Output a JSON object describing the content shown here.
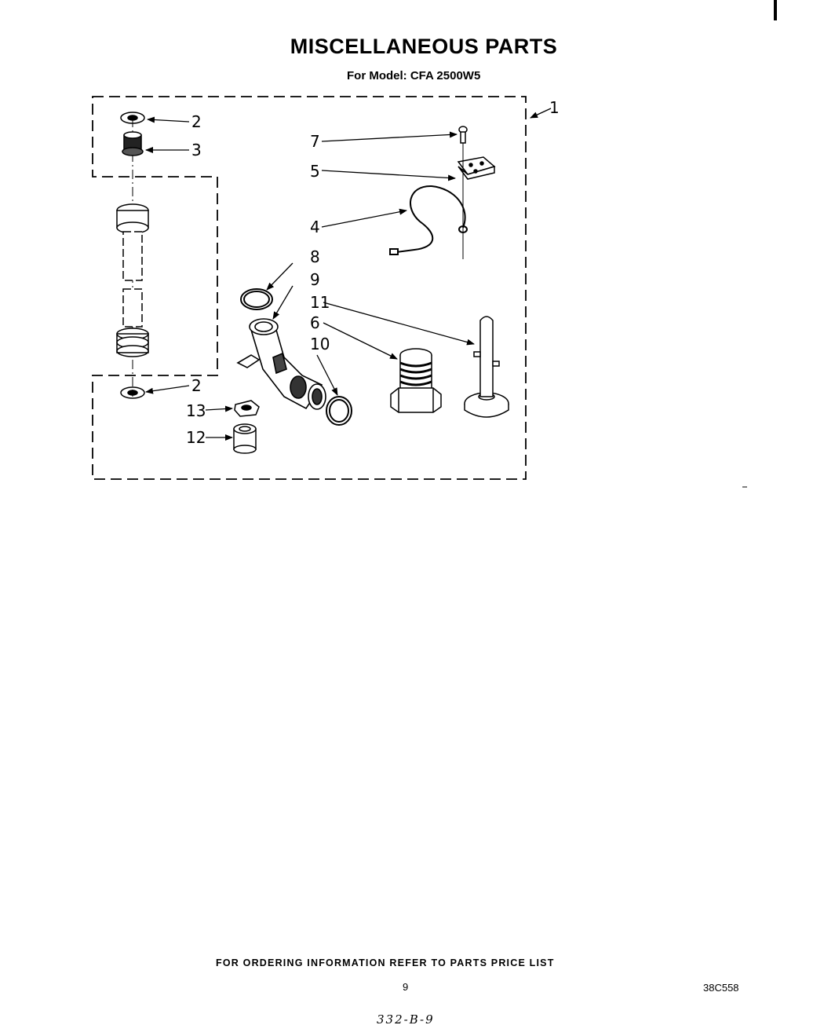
{
  "page": {
    "title": "MISCELLANEOUS PARTS",
    "subtitle": "For Model: CFA 2500W5",
    "footer": "FOR ORDERING INFORMATION REFER TO PARTS PRICE LIST",
    "page_number": "9",
    "document_code": "38C558",
    "handwritten_note": "332-B-9"
  },
  "callouts": [
    {
      "id": "c1",
      "label": "1"
    },
    {
      "id": "c2a",
      "label": "2"
    },
    {
      "id": "c3",
      "label": "3"
    },
    {
      "id": "c7",
      "label": "7"
    },
    {
      "id": "c5",
      "label": "5"
    },
    {
      "id": "c4",
      "label": "4"
    },
    {
      "id": "c8",
      "label": "8"
    },
    {
      "id": "c9",
      "label": "9"
    },
    {
      "id": "c11",
      "label": "11"
    },
    {
      "id": "c6",
      "label": "6"
    },
    {
      "id": "c10",
      "label": "10"
    },
    {
      "id": "c2b",
      "label": "2"
    },
    {
      "id": "c13",
      "label": "13"
    },
    {
      "id": "c12",
      "label": "12"
    }
  ]
}
